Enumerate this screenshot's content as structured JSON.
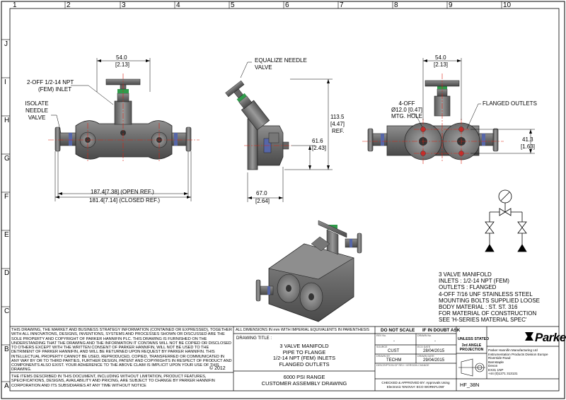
{
  "zones": {
    "columns": [
      "1",
      "2",
      "3",
      "4",
      "5",
      "6",
      "7",
      "8",
      "9",
      "10"
    ],
    "rows": [
      "J",
      "I",
      "H",
      "G",
      "F",
      "E",
      "D",
      "C",
      "B",
      "A"
    ]
  },
  "front_view": {
    "width_dim": "54.0",
    "width_dim_imperial": "[2.13]",
    "inlet_label": [
      "2-OFF 1/2-14 NPT",
      "(FEM) INLET"
    ],
    "isolate_label": [
      "ISOLATE",
      "NEEDLE",
      "VALVE"
    ],
    "open_dim": "187.4[7.38] (OPEN REF.)",
    "closed_dim": "181.4[7.14] (CLOSED REF.)"
  },
  "side_view": {
    "equalize_label": [
      "EQUALIZE NEEDLE",
      "VALVE"
    ],
    "height_dim": "113.5",
    "height_dim_imperial": "[4.47]",
    "height_ref": "REF.",
    "center_dim": "61.6",
    "center_dim_imperial": "[2.43]",
    "depth_dim": "67.0",
    "depth_dim_imperial": "[2.64]"
  },
  "rear_view": {
    "width_dim": "54.0",
    "width_dim_imperial": "[2.13]",
    "hole_label": [
      "4-OFF",
      "Ø12.0 [0.47]",
      "MTG. HOLE"
    ],
    "outlets_label": "FLANGED OUTLETS",
    "pitch_dim": "41.3",
    "pitch_dim_imperial": "[1.63]"
  },
  "spec_notes": [
    "3 VALVE MANIFOLD",
    "INLETS : 1/2-14 NPT (FEM)",
    "OUTLETS : FLANGED",
    "4-OFF 7/16 UNF STAINLESS STEEL",
    "MOUNTING BOLTS SUPPLIED LOOSE",
    "BODY MATERIAL : ST. ST. 316",
    "FOR MATERIAL OF CONSTRUCTION",
    "SEE 'H-SERIES MATERIAL SPEC'"
  ],
  "title_block": {
    "disclaimer": "THIS DRAWING, THE MARKET AND BUSINESS STRATEGY INFORMATION (CONTAINED OR EXPRESSED), TOGETHER WITH ALL INNOVATIONS, DESIGNS, INVENTIONS, SYSTEMS AND PROCESSES SHOWN OR DISCUSSED ARE THE SOLE PROPERTY AND COPYRIGHT OF PARKER HANNIFIN PLC. THIS DRAWING IS FURNISHED ON THE UNDERSTANDING THAT THE DRAWING AND THE INFORMATION IT CONTAINS WILL NOT BE COPIED OR DISCLOSED TO OTHERS EXCEPT WITH THE WRITTEN CONSENT OF PARKER HANNIFIN, WILL NOT BE USED TO THE DETRIMENT OF PARKER HANNIFIN, AND WILL BE RETURNED UPON REQUEST BY PARKER HANNIFIN. THIS INTELLECTUAL PROPERTY CANNOT BE USED, REPRODUCED, COPIED, TRANSFERRED OR COMMUNICATED IN ANY WAY BY OR TO THIRD PARTIES, FURTHER DESIGN, PATENT AND COPYRIGHTS IN RESPECT OF PRODUCT AND COMPONENTS ALSO EXIST. YOUR ADHERENCE TO THE ABOVE CLAIM IS IMPLICIT UPON YOUR USE OF THIS DRAWING.",
    "copyright": "© 2012",
    "disclaimer2": "THE ITEMS DESCRIBED IN THIS DOCUMENT, INCLUDING WITHOUT LIMITATION, PRODUCT FEATURES, SPECIFICATIONS, DESIGNS, AVAILABILITY AND PRICING, ARE SUBJECT TO CHANGE BY PARKER HANNIFIN CORPORATION AND ITS SUBSIDIARIES AT ANY TIME WITHOUT NOTICE",
    "units_note": "ALL DIMENSIONS IN mm WITH IMPERIAL EQUIVALENTS IN PARENTHESIS",
    "drawing_title_label": "DRAWING TITLE :",
    "drawing_title": [
      "3 VALVE MANIFOLD",
      "PIPE TO FLANGE",
      "1/2-14 NPT (FEM) INLETS",
      "FLANGED OUTLETS"
    ],
    "drawing_subtitle": [
      "6000 PSI RANGE",
      "CUSTOMER ASSEMBLY DRAWING"
    ],
    "do_not_scale": "DO NOT SCALE",
    "if_in_doubt": "IF IN DOUBT ASK",
    "rev_no_label": "REV No.",
    "rev_no": "-",
    "drawn_no_label": "DRAWN No.",
    "drawn_no": "-",
    "source_label": "SOURCE",
    "source": "CUST",
    "drawn_by_label": "DRAWN BY",
    "drawn_by": "TECHM",
    "eco_date_label": "ECO DATE",
    "eco_date": "28/04/2015",
    "drawn_date_label": "DRAWN DATE",
    "drawn_date": "29/04/2015",
    "rev_desc_label": "DESCRIPTION OF REV / VERSION CHANGE",
    "unless_stated": "UNLESS STATED",
    "projection": [
      "3rd ANGLE",
      "PROJECTION"
    ],
    "checked": [
      "CHECKED & APPROVED BY: Approvals Using",
      "Electronic 'ENOVIA' ECO WORKFLOW'"
    ],
    "brand": "Parker",
    "address": [
      "Parker Hannifin Manufacturing Ltd",
      "Instrumentation Products Division Europe",
      "Riverside Road",
      "Barnstaple",
      "Devon",
      "EX31 1NP",
      "+44 (0)1271 313131"
    ],
    "drawing_number": "HF_38N"
  }
}
